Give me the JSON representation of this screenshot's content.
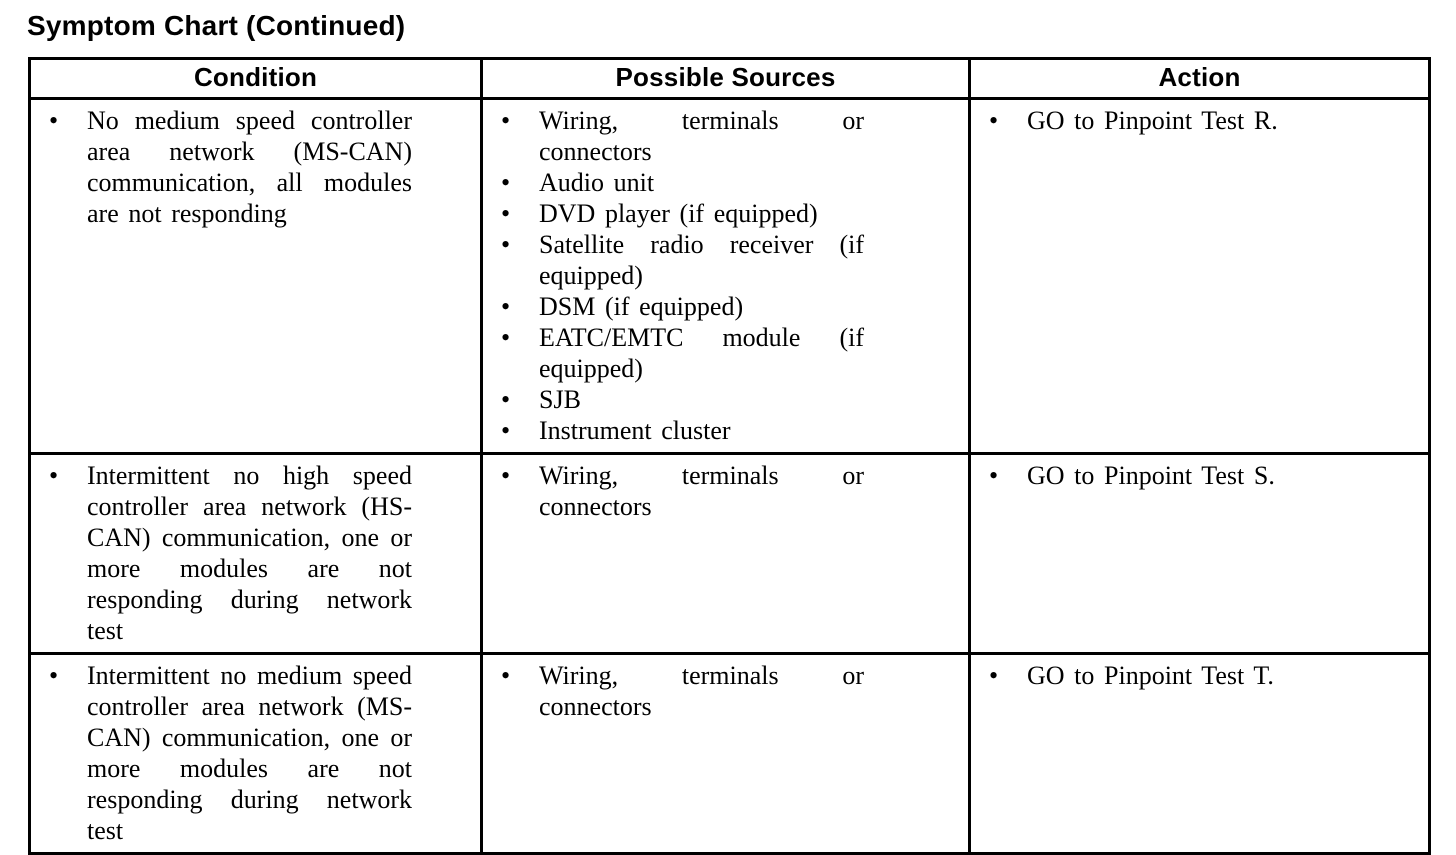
{
  "title": "Symptom Chart (Continued)",
  "colors": {
    "text": "#000000",
    "background": "#ffffff",
    "border": "#000000"
  },
  "table": {
    "bullet_glyph": "•",
    "headers": [
      "Condition",
      "Possible Sources",
      "Action"
    ],
    "rows": [
      {
        "cells": [
          {
            "name": "condition",
            "items": [
              "No medium speed controller area network (MS-CAN) communication, all modules are not responding"
            ]
          },
          {
            "name": "sources",
            "items": [
              "Wiring, terminals or connectors",
              "Audio unit",
              "DVD player (if equipped)",
              "Satellite radio receiver (if equipped)",
              "DSM (if equipped)",
              "EATC/EMTC module (if equipped)",
              "SJB",
              "Instrument cluster"
            ]
          },
          {
            "name": "action",
            "items": [
              "GO to Pinpoint Test R."
            ]
          }
        ]
      },
      {
        "cells": [
          {
            "name": "condition",
            "items": [
              "Intermittent no high speed controller area network (HS-CAN) communication, one or more modules are not responding during network test"
            ]
          },
          {
            "name": "sources",
            "items": [
              "Wiring, terminals or connectors"
            ]
          },
          {
            "name": "action",
            "items": [
              "GO to Pinpoint Test S."
            ]
          }
        ]
      },
      {
        "cells": [
          {
            "name": "condition",
            "items": [
              "Intermittent no medium speed controller area network (MS-CAN) communication, one or more modules are not responding during network test"
            ]
          },
          {
            "name": "sources",
            "items": [
              "Wiring, terminals or connectors"
            ]
          },
          {
            "name": "action",
            "items": [
              "GO to Pinpoint Test T."
            ]
          }
        ]
      }
    ]
  }
}
